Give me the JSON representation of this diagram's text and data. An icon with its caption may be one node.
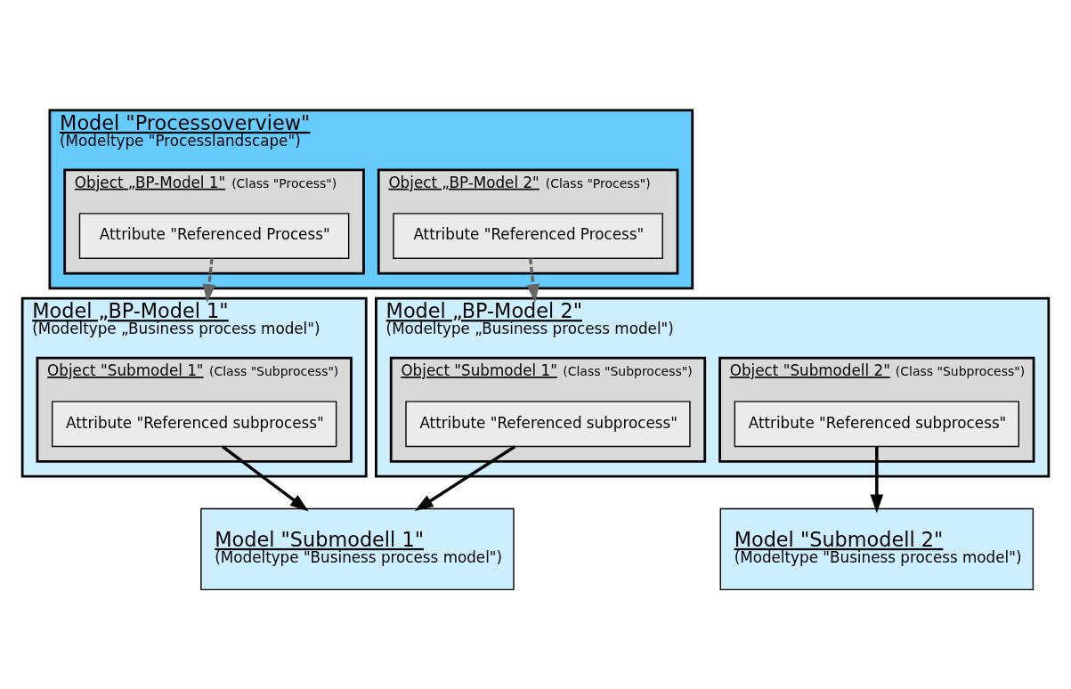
{
  "diagram": {
    "nodes": [
      {
        "text": [
          "Model \"Processoverview\"",
          "(Modeltype \"Processlandscape\")"
        ]
      },
      {
        "text": [
          "Object „BP-Model 1\"",
          "(Class \"Process\")"
        ],
        "in": 0
      },
      {
        "text": [
          "Attribute \"Referenced Process\""
        ],
        "in": 1
      },
      {
        "text": [
          "Object „BP-Model 2\"",
          "(Class \"Process\")"
        ],
        "in": 0
      },
      {
        "text": [
          "Attribute \"Referenced Process\""
        ],
        "in": 3
      },
      {
        "text": [
          "Model „BP-Model 1\"",
          "(Modeltype „Business process model\")"
        ]
      },
      {
        "text": [
          "Object \"Submodel 1\"",
          "(Class \"Subprocess\")"
        ],
        "in": 5
      },
      {
        "text": [
          "Attribute \"Referenced subprocess\""
        ],
        "in": 6
      },
      {
        "text": [
          "Model „BP-Model 2\"",
          "(Modeltype „Business process model\")"
        ]
      },
      {
        "text": [
          "Object \"Submodel 1\"",
          "(Class \"Subprocess\")"
        ],
        "in": 8
      },
      {
        "text": [
          "Attribute \"Referenced subprocess\""
        ],
        "in": 9
      },
      {
        "text": [
          "Object \"Submodell 2\"",
          "(Class \"Subprocess\")"
        ],
        "in": 8
      },
      {
        "text": [
          "Attribute \"Referenced subprocess\""
        ],
        "in": 11
      },
      {
        "text": [
          "Model \"Submodell 1\"",
          "(Modeltype \"Business process model\")"
        ]
      },
      {
        "text": [
          "Model \"Submodell 2\"",
          "(Modeltype \"Business process model\")"
        ]
      }
    ],
    "edges": [
      {
        "from": 2,
        "to": 5,
        "arrow": "to",
        "style": "dashed",
        "color": "#666666"
      },
      {
        "from": 4,
        "to": 8,
        "arrow": "to",
        "style": "dashed",
        "color": "#666666"
      },
      {
        "from": 7,
        "to": 13,
        "arrow": "to"
      },
      {
        "from": 10,
        "to": 13,
        "arrow": "to"
      },
      {
        "from": 12,
        "to": 14,
        "arrow": "to"
      }
    ]
  }
}
